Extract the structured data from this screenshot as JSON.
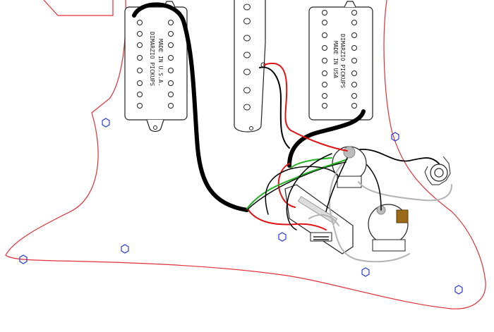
{
  "pickups": {
    "neck": {
      "label_line1": "DIMARZIO PICKUPS",
      "label_line2": "MADE IN U.S.A."
    },
    "bridge": {
      "label_line1": "DIMARZIO PICKUPS",
      "label_line2": "MADE IN USA"
    }
  },
  "colors": {
    "pickguard_outline": "#e0303a",
    "screw_hole": "#2a3ad6",
    "wire_black": "#000000",
    "wire_red": "#e01414",
    "wire_green": "#22b222",
    "wire_gray": "#b4b4b4",
    "capacitor": "#9a6a1a"
  },
  "icons": [
    "screw-hole-icon",
    "output-jack-icon",
    "potentiometer-icon",
    "capacitor-icon",
    "switch-icon"
  ]
}
